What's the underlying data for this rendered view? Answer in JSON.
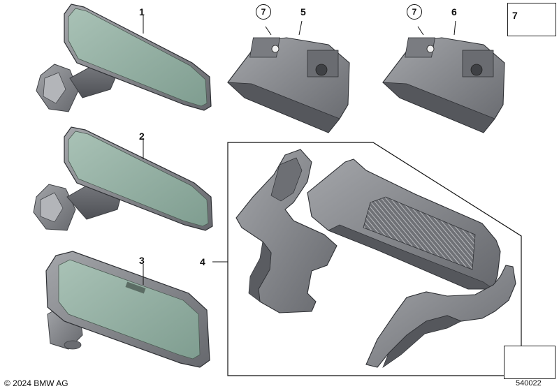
{
  "diagram": {
    "callouts": {
      "c1": "1",
      "c2": "2",
      "c3": "3",
      "c4": "4",
      "c5": "5",
      "c6": "6",
      "c7a": "7",
      "c7b": "7",
      "c7box": "7"
    },
    "copyright": "© 2024 BMW AG",
    "doc_number": "540022"
  },
  "colors": {
    "glass": "#8aa89a",
    "housing": "#8a8c90",
    "housing_dark": "#5c5e63",
    "cover": "#7d7f84"
  }
}
